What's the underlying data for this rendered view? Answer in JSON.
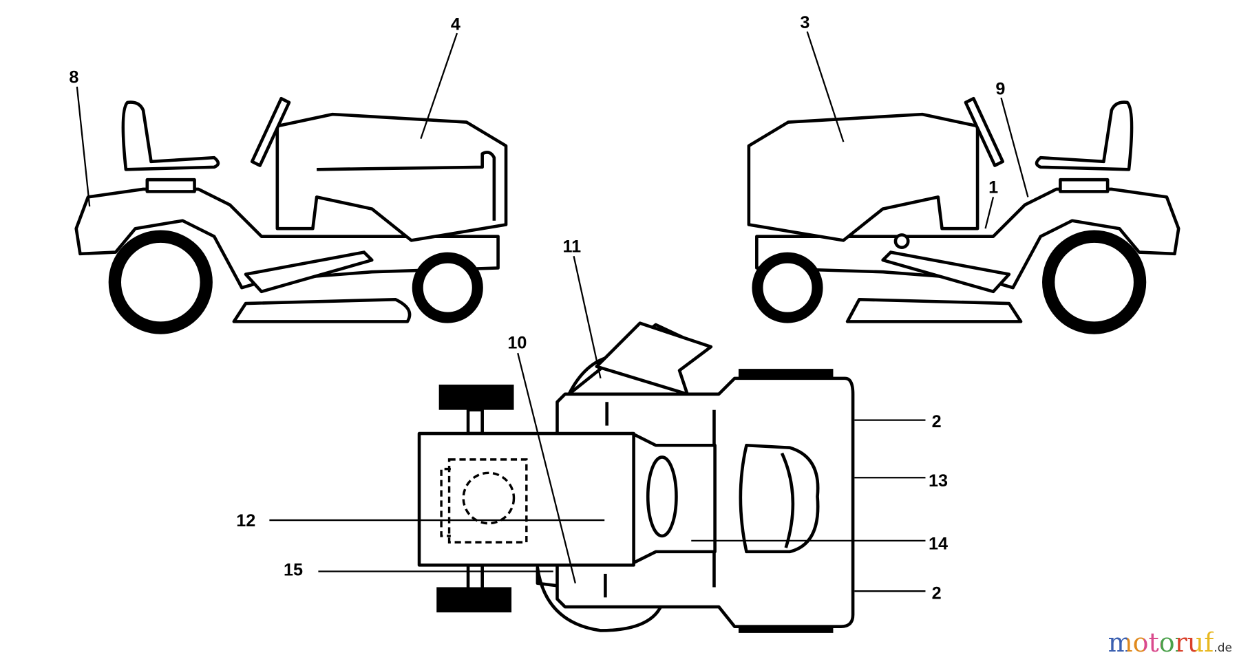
{
  "callouts": {
    "c1": "1",
    "c2a": "2",
    "c2b": "2",
    "c3": "3",
    "c4": "4",
    "c8": "8",
    "c9": "9",
    "c10": "10",
    "c11": "11",
    "c12": "12",
    "c13": "13",
    "c14": "14",
    "c15": "15"
  },
  "watermark": {
    "name": "motoruf",
    "tld": ".de"
  }
}
